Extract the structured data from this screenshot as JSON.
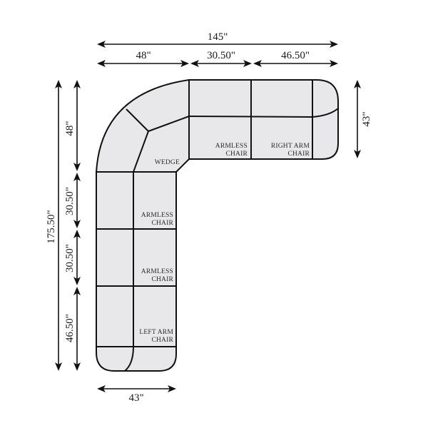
{
  "diagram": {
    "type": "sectional-sofa-dimension-drawing",
    "dimensions": {
      "overall_width": "145\"",
      "top_segments": [
        "48\"",
        "30.50\"",
        "46.50\""
      ],
      "overall_depth": "175.50\"",
      "left_segments": [
        "48\"",
        "30.50\"",
        "30.50\"",
        "46.50\""
      ],
      "right_side_depth": "43\"",
      "bottom_width": "43\""
    },
    "pieces": {
      "wedge": "WEDGE",
      "top_armless": [
        "ARMLESS",
        "CHAIR"
      ],
      "right_arm": [
        "RIGHT ARM",
        "CHAIR"
      ],
      "left_armless_1": [
        "ARMLESS",
        "CHAIR"
      ],
      "left_armless_2": [
        "ARMLESS",
        "CHAIR"
      ],
      "left_arm": [
        "LEFT ARM",
        "CHAIR"
      ]
    },
    "colors": {
      "seat_fill": "#e8e8ea",
      "outline": "#111111"
    }
  }
}
